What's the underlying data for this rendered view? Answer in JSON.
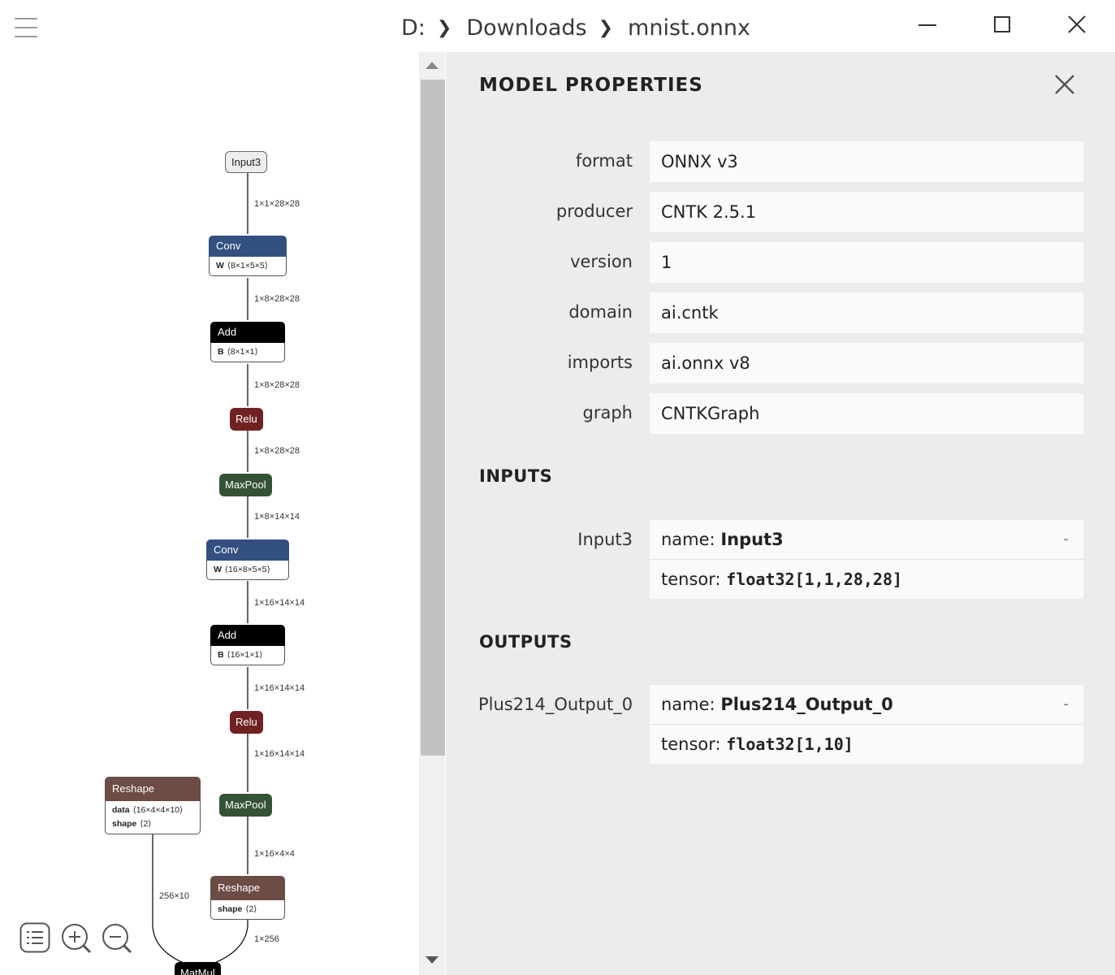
{
  "breadcrumb": {
    "drive": "D:",
    "folder": "Downloads",
    "file": "mnist.onnx"
  },
  "graph": {
    "nodes": [
      {
        "id": "input3",
        "op": "Input3",
        "color": "#eeeeee"
      },
      {
        "id": "conv1",
        "op": "Conv",
        "color": "#335080",
        "attrs": [
          {
            "k": "W",
            "v": "⟨8×1×5×5⟩"
          }
        ]
      },
      {
        "id": "add1",
        "op": "Add",
        "color": "#000000",
        "attrs": [
          {
            "k": "B",
            "v": "⟨8×1×1⟩"
          }
        ]
      },
      {
        "id": "relu1",
        "op": "Relu",
        "color": "#702222"
      },
      {
        "id": "maxpool1",
        "op": "MaxPool",
        "color": "#345234"
      },
      {
        "id": "conv2",
        "op": "Conv",
        "color": "#335080",
        "attrs": [
          {
            "k": "W",
            "v": "⟨16×8×5×5⟩"
          }
        ]
      },
      {
        "id": "add2",
        "op": "Add",
        "color": "#000000",
        "attrs": [
          {
            "k": "B",
            "v": "⟨16×1×1⟩"
          }
        ]
      },
      {
        "id": "relu2",
        "op": "Relu",
        "color": "#702222"
      },
      {
        "id": "maxpool2",
        "op": "MaxPool",
        "color": "#345234"
      },
      {
        "id": "reshape1",
        "op": "Reshape",
        "color": "#6b4d45",
        "attrs": [
          {
            "k": "data",
            "v": "⟨16×4×4×10⟩"
          },
          {
            "k": "shape",
            "v": "⟨2⟩"
          }
        ]
      },
      {
        "id": "reshape2",
        "op": "Reshape",
        "color": "#6b4d45",
        "attrs": [
          {
            "k": "shape",
            "v": "⟨2⟩"
          }
        ]
      },
      {
        "id": "matmul",
        "op": "MatMul",
        "color": "#000000"
      }
    ],
    "edge_labels": [
      "1×1×28×28",
      "1×8×28×28",
      "1×8×28×28",
      "1×8×28×28",
      "1×8×14×14",
      "1×16×14×14",
      "1×16×14×14",
      "1×16×14×14",
      "1×16×4×4",
      "256×10",
      "1×256"
    ]
  },
  "panel": {
    "title": "MODEL PROPERTIES",
    "properties": [
      {
        "label": "format",
        "value": "ONNX v3"
      },
      {
        "label": "producer",
        "value": "CNTK 2.5.1"
      },
      {
        "label": "version",
        "value": "1"
      },
      {
        "label": "domain",
        "value": "ai.cntk"
      },
      {
        "label": "imports",
        "value": "ai.onnx v8"
      },
      {
        "label": "graph",
        "value": "CNTKGraph"
      }
    ],
    "inputs_title": "INPUTS",
    "input": {
      "label": "Input3",
      "name_key": "name:",
      "name": "Input3",
      "tensor_key": "tensor:",
      "tensor": "float32[1,1,28,28]",
      "expander": "-"
    },
    "outputs_title": "OUTPUTS",
    "output": {
      "label": "Plus214_Output_0",
      "name_key": "name:",
      "name": "Plus214_Output_0",
      "tensor_key": "tensor:",
      "tensor": "float32[1,10]",
      "expander": "-"
    }
  }
}
